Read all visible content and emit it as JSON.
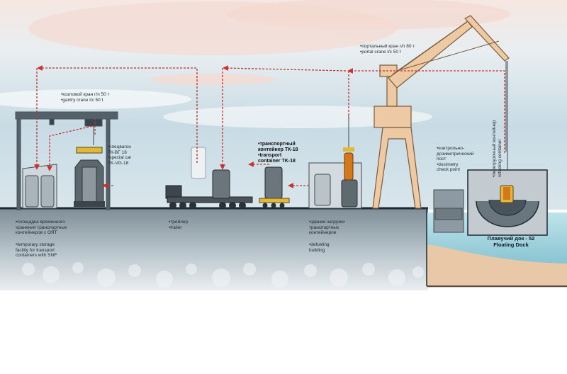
{
  "labels": {
    "gantry_crane": [
      "•козловой кран г/п 50 т",
      "•gantry crane l/c 50 t"
    ],
    "portal_crane": [
      "•портальный кран г/п 80 т",
      "•portal crane l/c 50 t"
    ],
    "special_car": [
      "•спецвагон",
      "ТК-ВГ 18",
      "•special car",
      "TK-VG-18"
    ],
    "transport_container": [
      "•транспортный",
      "контейнер ТК-18",
      "•transport",
      "container TK-18"
    ],
    "dosimetry": [
      "•контрольно-",
      "дозиметрический",
      "пост",
      "•dosimetry",
      "check point"
    ],
    "refueling_container": [
      "•перегрузочный контейнер",
      "refueling container"
    ],
    "storage_ru": [
      "•площадка временного",
      "хранения транспортных",
      "контейнеров с ОЯТ"
    ],
    "storage_en": [
      "•temporary storage",
      "facility for transport",
      "containers with SNF"
    ],
    "trailer": [
      "•трейлер",
      "•trailer"
    ],
    "defueling_ru": [
      "•здание загрузки",
      "транспортных",
      "контейнеров"
    ],
    "defueling_en": [
      "•defueling",
      "building"
    ],
    "dock": [
      "Плавучий док - 52",
      "Floating Dock"
    ]
  },
  "colors": {
    "sky": "#d4e3ea",
    "ground": "#a9b6bf",
    "crane": "#eecaa4",
    "crane_stroke": "#7a5a3c",
    "arrow": "#c8312c",
    "water": "#8fc9d6",
    "sand": "#e8c8a6",
    "gray_struct": "#8e9aa3"
  }
}
